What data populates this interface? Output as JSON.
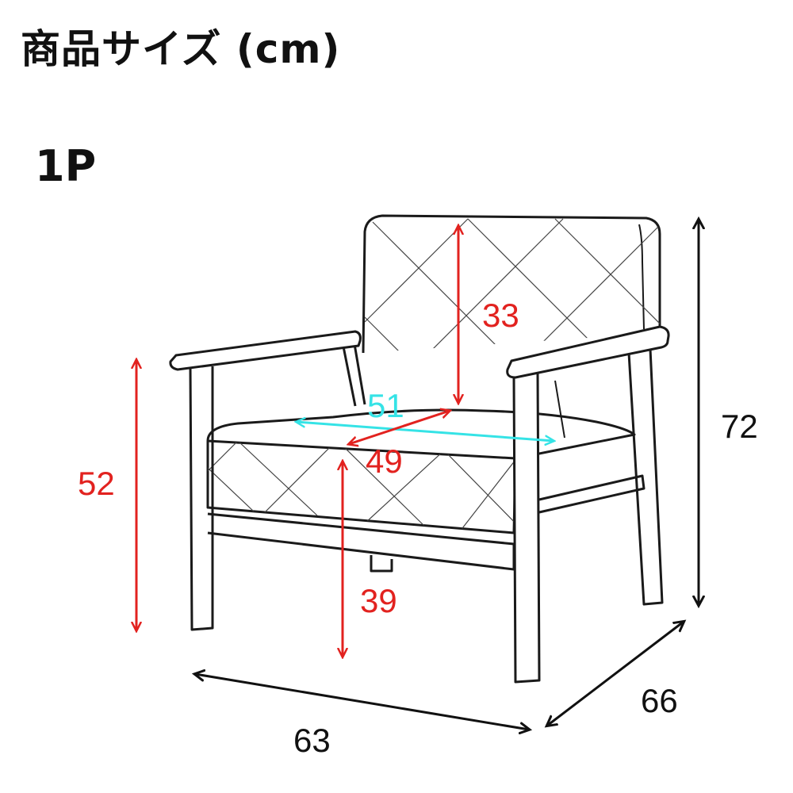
{
  "header": {
    "title": "商品サイズ (cm)",
    "model": "1P"
  },
  "dimensions": {
    "backrest_height": "33",
    "seat_width": "51",
    "seat_depth": "49",
    "armrest_height": "52",
    "seat_height": "39",
    "total_height": "72",
    "depth": "66",
    "width": "63"
  },
  "colors": {
    "line": "#1a1a1a",
    "red": "#e2221f",
    "cyan": "#35e3e6",
    "black": "#111111"
  }
}
